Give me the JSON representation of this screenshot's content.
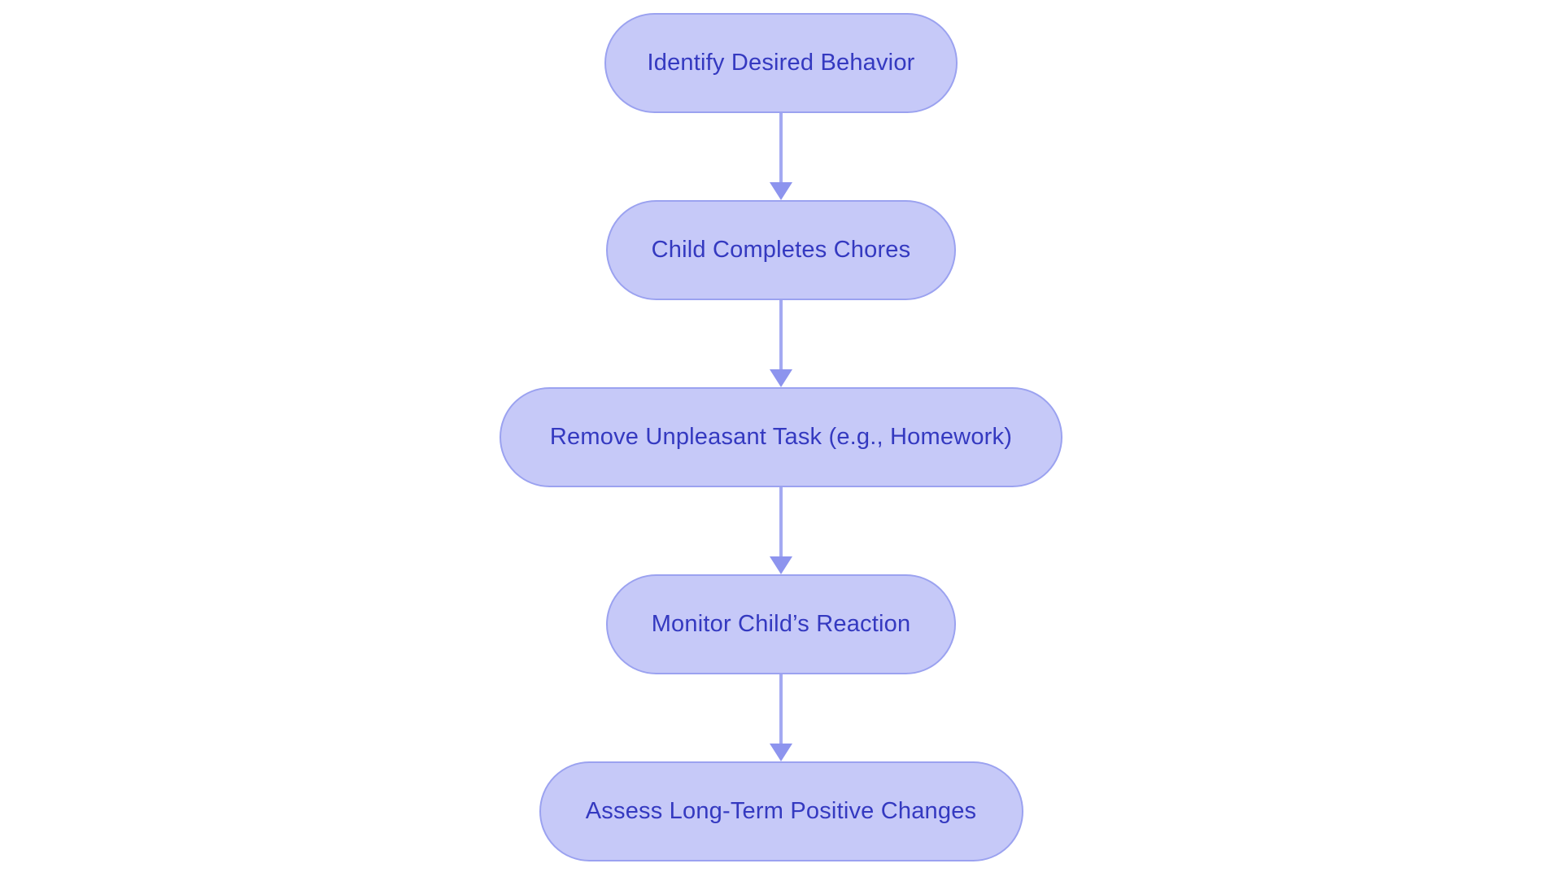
{
  "diagram": {
    "type": "flowchart",
    "direction": "top-down",
    "background": "#ffffff",
    "palette": {
      "node_fill": "#c6c9f8",
      "node_border": "#9ba2f0",
      "node_text": "#3439c0",
      "arrow_line": "#a3a9f2",
      "arrow_head": "#8d94ee"
    },
    "nodes": [
      {
        "id": "n1",
        "label": "Identify Desired Behavior"
      },
      {
        "id": "n2",
        "label": "Child Completes Chores"
      },
      {
        "id": "n3",
        "label": "Remove Unpleasant Task (e.g., Homework)"
      },
      {
        "id": "n4",
        "label": "Monitor Child’s Reaction"
      },
      {
        "id": "n5",
        "label": "Assess Long-Term Positive Changes"
      }
    ],
    "edges": [
      {
        "from": "n1",
        "to": "n2"
      },
      {
        "from": "n2",
        "to": "n3"
      },
      {
        "from": "n3",
        "to": "n4"
      },
      {
        "from": "n4",
        "to": "n5"
      }
    ]
  }
}
